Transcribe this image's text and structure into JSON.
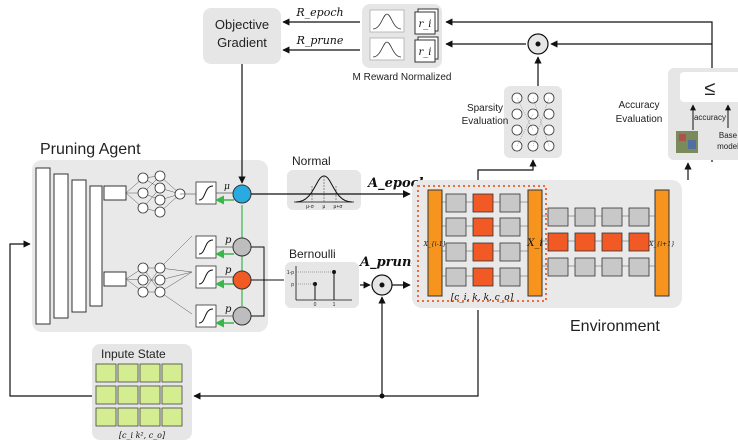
{
  "labels": {
    "objective_gradient_line1": "Objective",
    "objective_gradient_line2": "Gradient",
    "r_epoch": "R_epoch",
    "r_prune": "R_prune",
    "reward_normalized": "M Reward Normalized",
    "reward_cell": "r_i",
    "sparsity_line1": "Sparsity",
    "sparsity_line2": "Evaluation",
    "accuracy_line1": "Accuracy",
    "accuracy_line2": "Evaluation",
    "compare_symbol": "≤",
    "accuracy_small": "accuracy",
    "base_model_line1": "Base",
    "base_model_line2": "model",
    "pruning_agent": "Pruning Agent",
    "mu": "μ",
    "p": "p",
    "normal": "Normal",
    "normal_ticks": [
      "μ-σ",
      "μ",
      "μ+σ"
    ],
    "a_epoch": "A_epoch",
    "bernoulli": "Bernoulli",
    "bern_y": [
      "1-p",
      "p"
    ],
    "bern_x": [
      "0",
      "1"
    ],
    "a_prune": "A_prune",
    "x_im1": "X_{i-1}",
    "x_i": "X_i",
    "x_ip1": "X_{i+1}",
    "tensor_dims": "[c_i, k, k, c_o]",
    "environment": "Environment",
    "input_state": "Inpute State",
    "state_dims": "[c_i k², c_o]"
  },
  "colors": {
    "panel": "#e9e9e9",
    "orange": "#f7941d",
    "red_orange": "#f15a24",
    "gray_cell": "#c8c8c8",
    "green_cell": "#d4ed91",
    "blue_node": "#29abe2",
    "red_node": "#f15a24",
    "green_arrow": "#39b54a",
    "dotted": "#ef6c3a"
  }
}
